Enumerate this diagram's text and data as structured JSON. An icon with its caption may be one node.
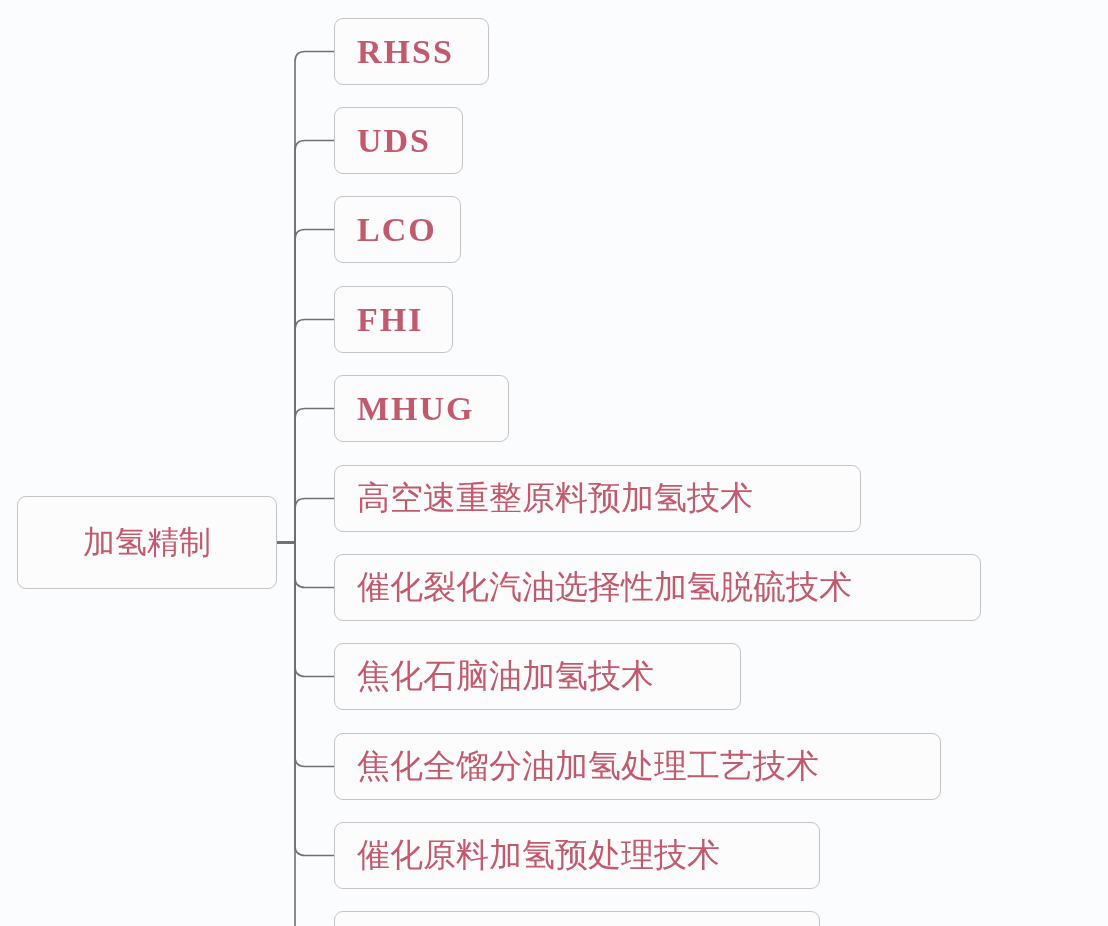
{
  "diagram": {
    "nodes": [
      {
        "text": [
          "加氢精制"
        ]
      },
      {
        "text": [
          "RHSS"
        ]
      },
      {
        "text": [
          "UDS"
        ]
      },
      {
        "text": [
          "LCO"
        ]
      },
      {
        "text": [
          "FHI"
        ]
      },
      {
        "text": [
          "MHUG"
        ]
      },
      {
        "text": [
          "高空速重整原料预加氢技术"
        ]
      },
      {
        "text": [
          "催化裂化汽油选择性加氢脱硫技术"
        ]
      },
      {
        "text": [
          "焦化石脑油加氢技术"
        ]
      },
      {
        "text": [
          "焦化全馏分油加氢处理工艺技术"
        ]
      },
      {
        "text": [
          "催化原料加氢预处理技术"
        ]
      },
      {
        "text": [],
        "shape": "box"
      }
    ],
    "edges": [
      {
        "from": 0,
        "to": 1,
        "arrow": "none"
      },
      {
        "from": 0,
        "to": 2,
        "arrow": "none"
      },
      {
        "from": 0,
        "to": 3,
        "arrow": "none"
      },
      {
        "from": 0,
        "to": 4,
        "arrow": "none"
      },
      {
        "from": 0,
        "to": 5,
        "arrow": "none"
      },
      {
        "from": 0,
        "to": 6,
        "arrow": "none"
      },
      {
        "from": 0,
        "to": 7,
        "arrow": "none"
      },
      {
        "from": 0,
        "to": 8,
        "arrow": "none"
      },
      {
        "from": 0,
        "to": 9,
        "arrow": "none"
      },
      {
        "from": 0,
        "to": 10,
        "arrow": "none"
      },
      {
        "from": 0,
        "to": 11,
        "arrow": "none"
      }
    ]
  }
}
